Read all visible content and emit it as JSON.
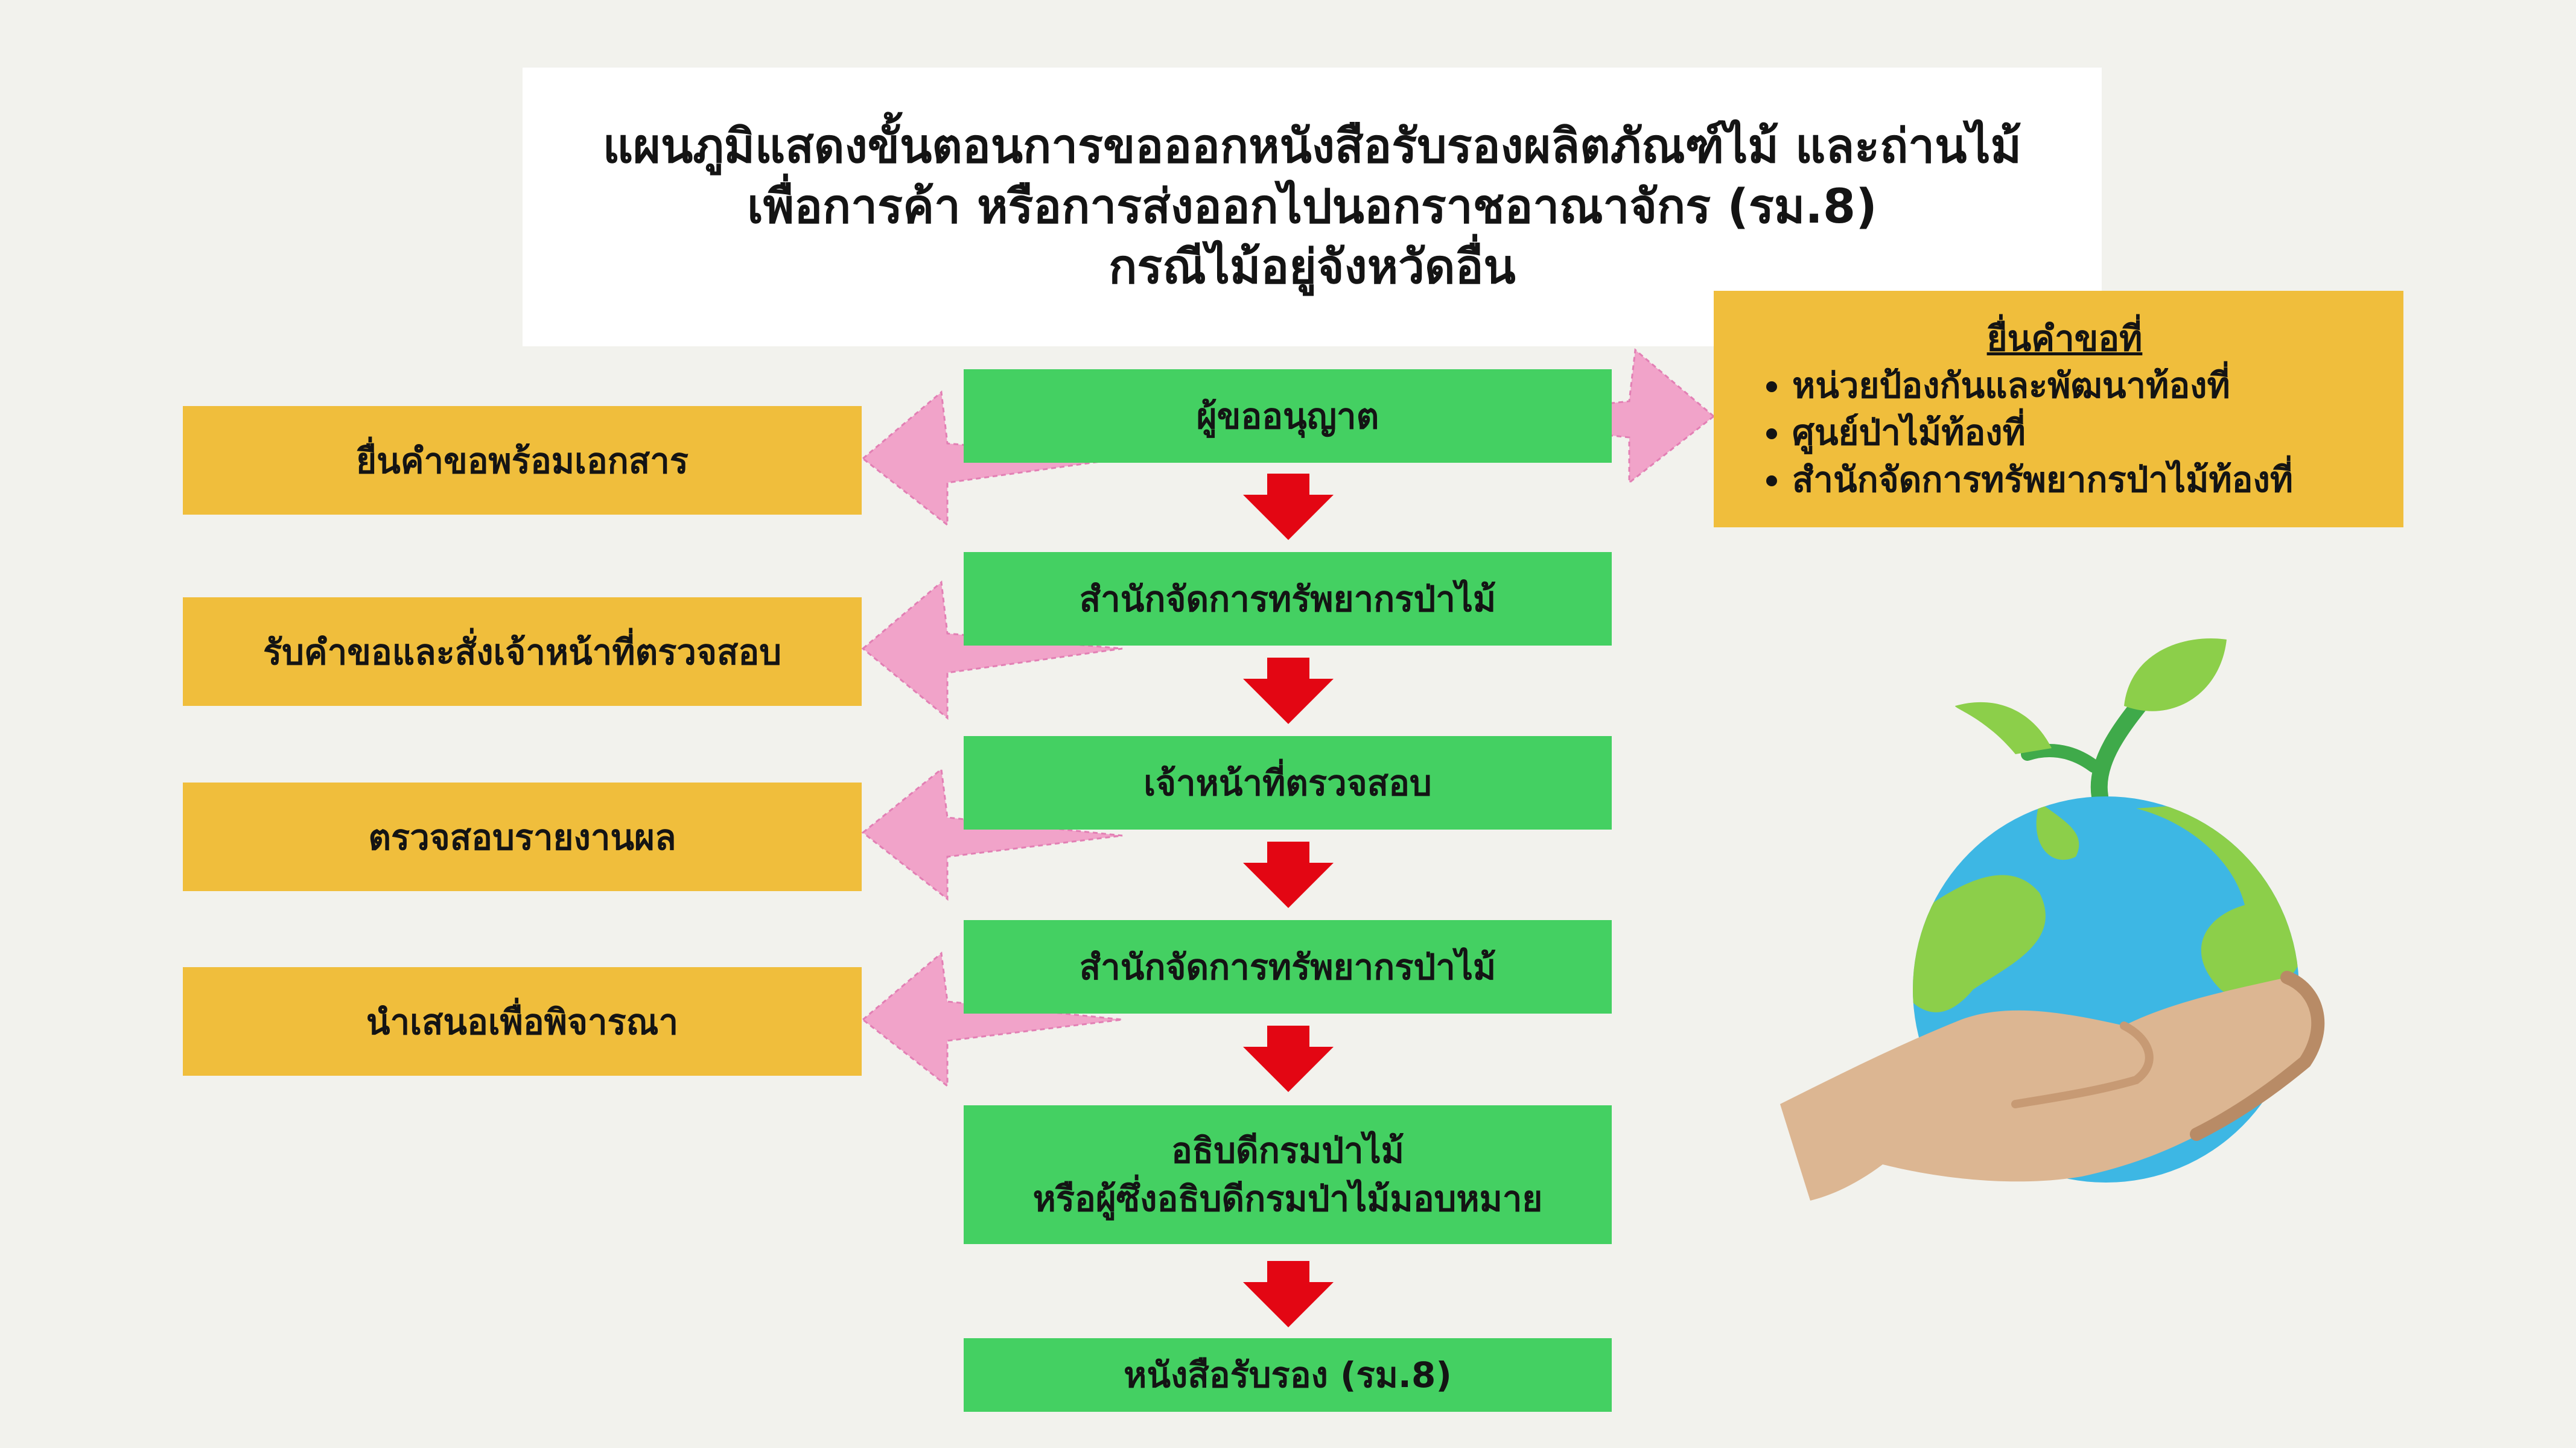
{
  "title_lines": [
    "แผนภูมิแสดงขั้นตอนการขอออกหนังสือรับรองผลิตภัณฑ์ไม้ และถ่านไม้",
    "เพื่อการค้า หรือการส่งออกไปนอกราชอาณาจักร (รม.8)",
    "กรณีไม้อยู่จังหวัดอื่น"
  ],
  "flow_steps": [
    {
      "lines": [
        "ผู้ขออนุญาต"
      ]
    },
    {
      "lines": [
        "สำนักจัดการทรัพยากรป่าไม้"
      ]
    },
    {
      "lines": [
        "เจ้าหน้าที่ตรวจสอบ"
      ]
    },
    {
      "lines": [
        "สำนักจัดการทรัพยากรป่าไม้"
      ]
    },
    {
      "lines": [
        "อธิบดีกรมป่าไม้",
        "หรือผู้ซึ่งอธิบดีกรมป่าไม้มอบหมาย"
      ]
    },
    {
      "lines": [
        "หนังสือรับรอง (รม.8)"
      ]
    }
  ],
  "side_actions": [
    "ยื่นคำขอพร้อมเอกสาร",
    "รับคำขอและสั่งเจ้าหน้าที่ตรวจสอบ",
    "ตรวจสอบรายงานผล",
    "นำเสนอเพื่อพิจารณา"
  ],
  "submit_info": {
    "heading": "ยื่นคำขอที่",
    "items": [
      "หน่วยป้องกันและพัฒนาท้องที่",
      "ศูนย์ป่าไม้ท้องที่",
      "สำนักจัดการทรัพยากรป่าไม้ท้องที่"
    ]
  },
  "colors": {
    "background": "#f2f2ed",
    "flow_box": "#44d062",
    "side_box": "#f0be3c",
    "down_arrow": "#e30613",
    "side_arrow": "#f1a3c9"
  },
  "illustration": "hand-holding-earth-with-sprout-icon"
}
